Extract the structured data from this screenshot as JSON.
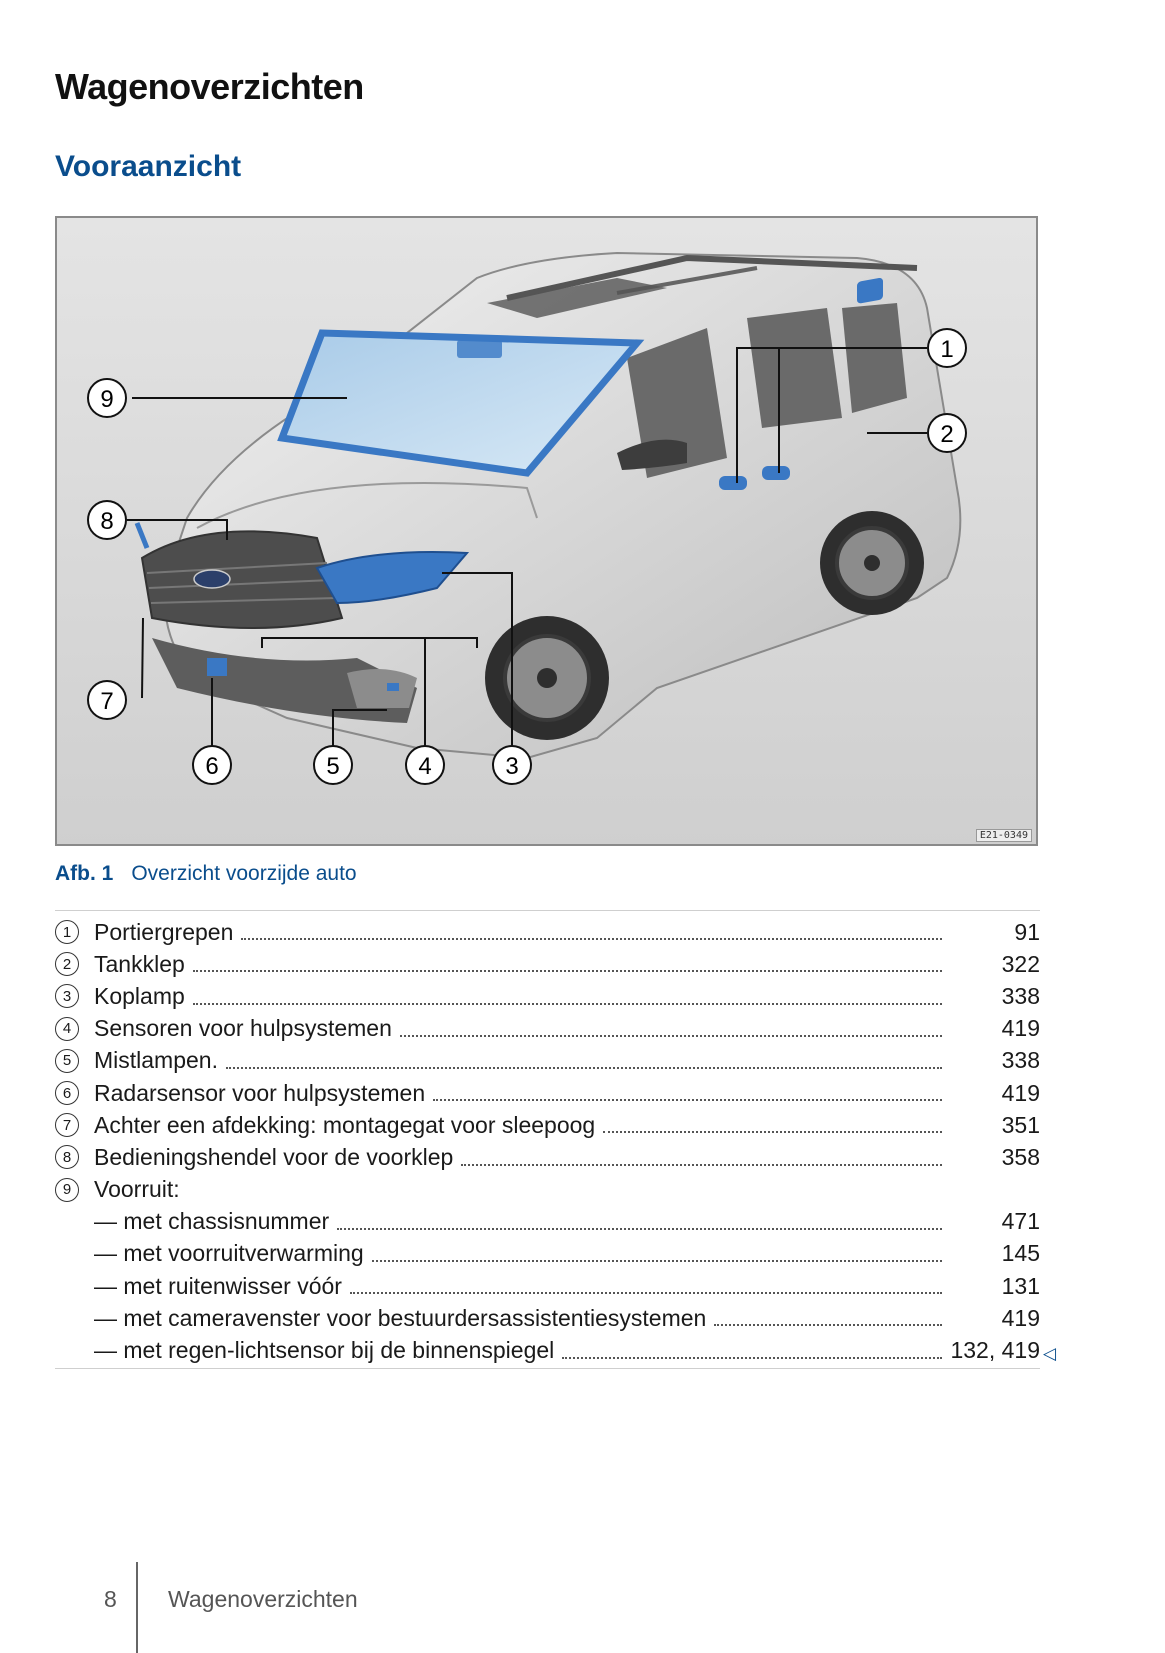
{
  "page_title": "Wagenoverzichten",
  "section_title": "Vooraanzicht",
  "figure": {
    "code": "E21-0349",
    "callouts": [
      "1",
      "2",
      "3",
      "4",
      "5",
      "6",
      "7",
      "8",
      "9"
    ],
    "caption_label": "Afb. 1",
    "caption_text": "Overzicht voorzijde auto"
  },
  "legend": [
    {
      "num": "1",
      "label": "Portiergrepen",
      "page": "91"
    },
    {
      "num": "2",
      "label": "Tankklep",
      "page": "322"
    },
    {
      "num": "3",
      "label": "Koplamp",
      "page": "338"
    },
    {
      "num": "4",
      "label": "Sensoren voor hulpsystemen",
      "page": "419"
    },
    {
      "num": "5",
      "label": "Mistlampen.",
      "page": "338"
    },
    {
      "num": "6",
      "label": "Radarsensor voor hulpsystemen",
      "page": "419"
    },
    {
      "num": "7",
      "label": "Achter een afdekking: montagegat voor sleepoog",
      "page": "351"
    },
    {
      "num": "8",
      "label": "Bedieningshendel voor de voorklep",
      "page": "358"
    },
    {
      "num": "9",
      "label": "Voorruit:",
      "page": ""
    },
    {
      "num": "",
      "label": "— met chassisnummer",
      "page": "471"
    },
    {
      "num": "",
      "label": "— met voorruitverwarming",
      "page": "145"
    },
    {
      "num": "",
      "label": "— met ruitenwisser vóór",
      "page": "131"
    },
    {
      "num": "",
      "label": "— met cameravenster voor bestuurdersassistentiesystemen",
      "page": "419"
    },
    {
      "num": "",
      "label": "— met regen-lichtsensor bij de binnenspiegel",
      "page": "132, 419"
    }
  ],
  "end_mark": "◁",
  "footer": {
    "page_number": "8",
    "title": "Wagenoverzichten"
  },
  "colors": {
    "accent": "#0a4d8c",
    "highlight": "#3a78c4"
  }
}
